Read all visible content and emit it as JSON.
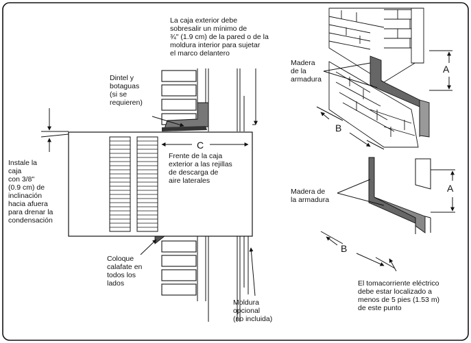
{
  "labels": {
    "top_note": "La caja exterior debe\nsobresalir un mínimo de\n¾\" (1.9 cm) de la pared o de la\nmoldura interior para sujetar\nel marco delantero",
    "lintel": "Dintel y\nbotaguas\n(si se\nrequieren)",
    "tilt": "Instale la\ncaja\ncon 3/8\"\n(0.9 cm) de\ninclinación\nhacia afuera\npara drenar la\ncondensación",
    "front": "Frente de la caja\nexterior a las rejillas\nde descarga de\naire laterales",
    "caulk": "Coloque\ncalafate en\ntodos los\nlados",
    "molding": "Moldura\nopcional\n(no incluida)",
    "wood_top": "Madera\nde la\narmadura",
    "wood_bottom": "Madera de\nla armadura",
    "outlet": "El tomacorriente eléctrico\ndebe estar localizado a\nmenos de 5 pies (1.53 m)\nde este punto"
  },
  "dimensions": {
    "a": "A",
    "b": "B",
    "c": "C"
  }
}
